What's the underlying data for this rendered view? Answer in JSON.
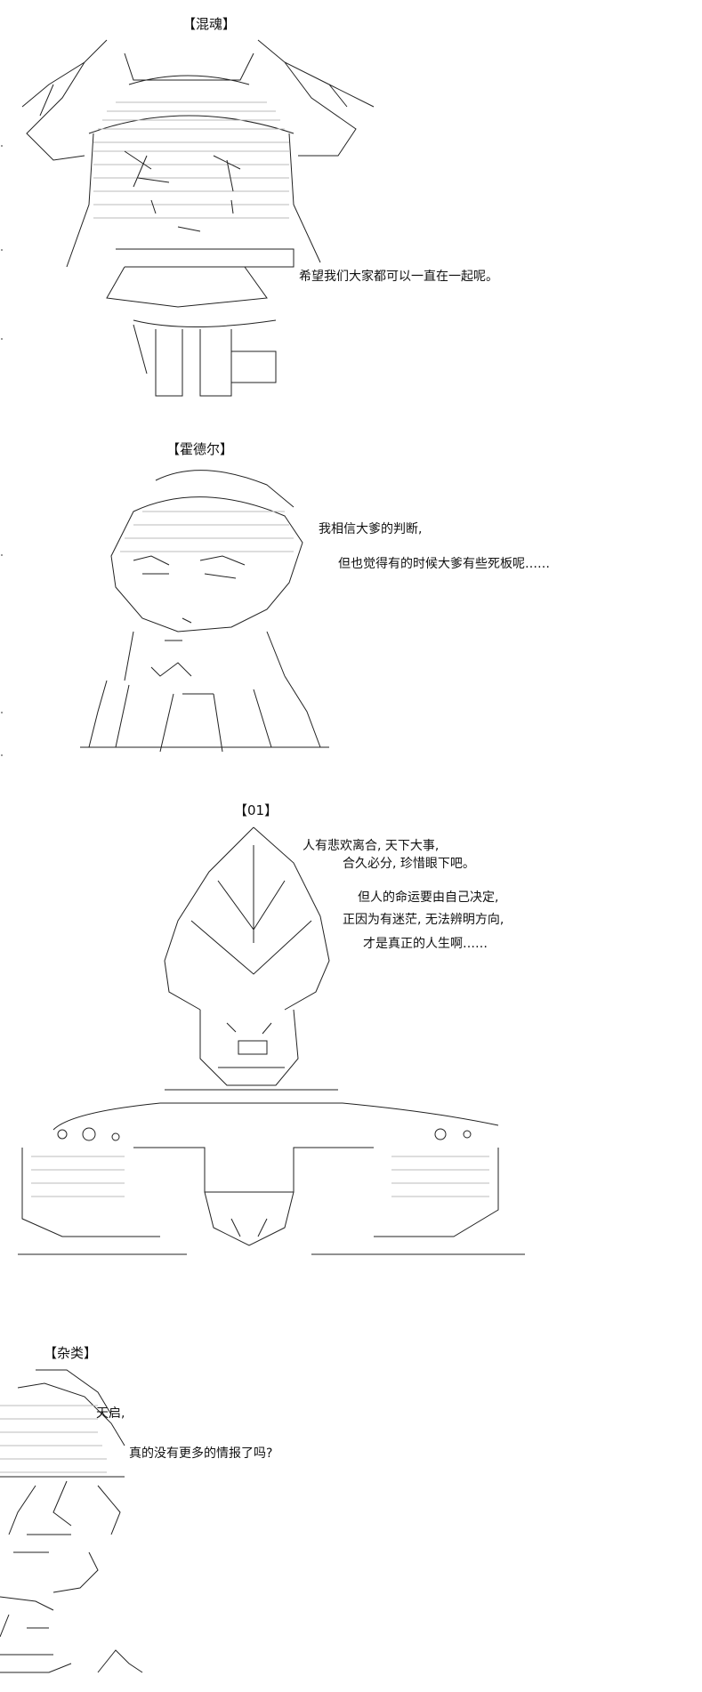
{
  "panels": [
    {
      "title": "【混魂】",
      "dialogue": [
        "希望我们大家都可以一直在一起呢。"
      ]
    },
    {
      "title": "【霍德尔】",
      "dialogue": [
        "我相信大爹的判断,",
        "但也觉得有的时候大爹有些死板呢……"
      ]
    },
    {
      "title": "【01】",
      "dialogue": [
        "人有悲欢离合, 天下大事,",
        "合久必分, 珍惜眼下吧。",
        "但人的命运要由自己决定,",
        "正因为有迷茫, 无法辨明方向,",
        "才是真正的人生啊……"
      ]
    },
    {
      "title": "【杂类】",
      "dialogue": [
        "天启,",
        "真的没有更多的情报了吗?"
      ]
    }
  ]
}
